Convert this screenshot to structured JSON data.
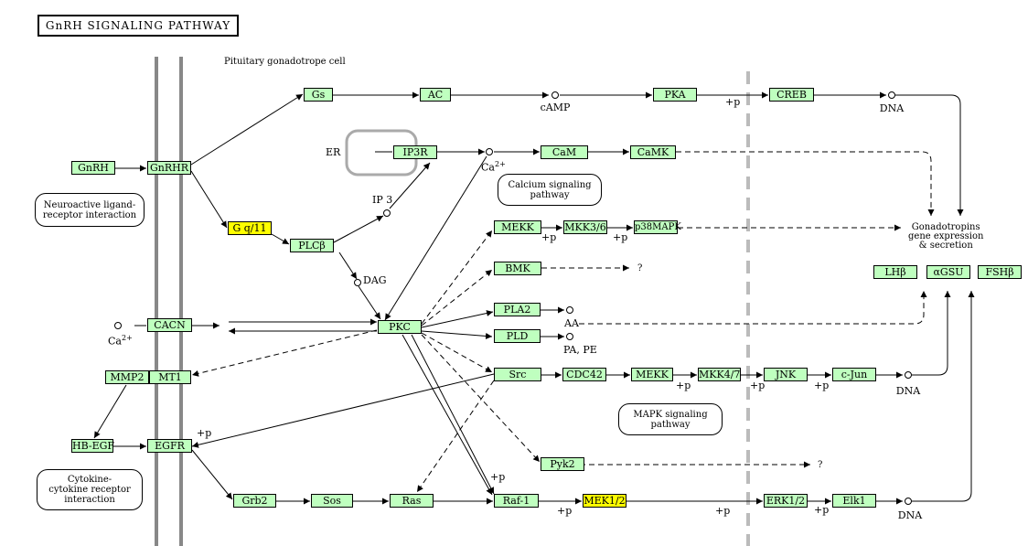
{
  "title": "GnRH SIGNALING PATHWAY",
  "cell_label": "Pituitary gonadotrope cell",
  "er_label": "ER",
  "nodes": {
    "gs": "Gs",
    "ac": "AC",
    "pka": "PKA",
    "creb": "CREB",
    "gnrh": "GnRH",
    "gnrhr": "GnRHR",
    "ip3r": "IP3R",
    "cam": "CaM",
    "camk": "CaMK",
    "gq11": "G q/11",
    "plcb": "PLCβ",
    "mekk_a": "MEKK",
    "mkk36": "MKK3/6",
    "p38mapk": "p38MAPK",
    "bmk": "BMK",
    "pla2": "PLA2",
    "pld": "PLD",
    "cacn": "CACN",
    "pkc": "PKC",
    "mmp2": "MMP2",
    "mt1": "MT1",
    "src": "Src",
    "cdc42": "CDC42",
    "mekk_b": "MEKK",
    "mkk47": "MKK4/7",
    "jnk": "JNK",
    "cjun": "c-Jun",
    "hbegf": "HB-EGF",
    "egfr": "EGFR",
    "pyk2": "Pyk2",
    "grb2": "Grb2",
    "sos": "Sos",
    "ras": "Ras",
    "raf1": "Raf-1",
    "mek12": "MEK1/2",
    "erk12": "ERK1/2",
    "elk1": "Elk1",
    "lhb": "LHβ",
    "agsu": "αGSU",
    "fshb": "FSHβ"
  },
  "pathways": {
    "neuro": "Neuroactive ligand-\nreceptor interaction",
    "calcium": "Calcium signaling\npathway",
    "mapk": "MAPK signaling\npathway",
    "cytokine": "Cytokine-\ncytokine receptor\ninteraction"
  },
  "compounds": {
    "camp": "cAMP",
    "dna_top": "DNA",
    "ca_top": "Ca",
    "ca_top_sup": "2+",
    "ip3": "IP 3",
    "dag": "DAG",
    "ca_left": "Ca",
    "ca_left_sup": "2+",
    "aa": "AA",
    "pa_pe": "PA, PE",
    "dna_mid": "DNA",
    "dna_bot": "DNA"
  },
  "output_label": "Gonadotropins\ngene expression\n& secretion",
  "unknown_mark": "?",
  "phospho": "+p"
}
